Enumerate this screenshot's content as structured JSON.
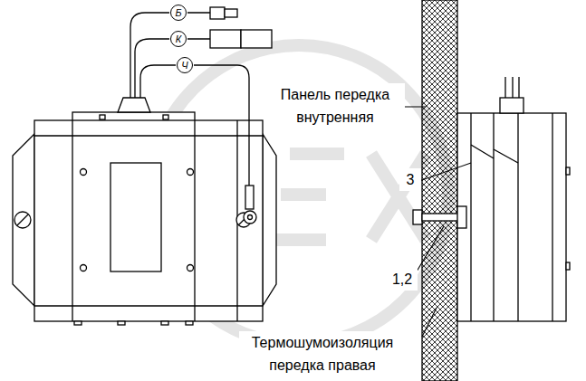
{
  "diagram": {
    "nodes": [
      {
        "text": [
          "Б"
        ]
      },
      {
        "text": [
          "К"
        ]
      },
      {
        "text": [
          "Ч"
        ]
      }
    ],
    "labels": [
      "Панель передка внутренняя",
      "3",
      "1,2",
      "Термошумоизоляция передка правая"
    ]
  }
}
